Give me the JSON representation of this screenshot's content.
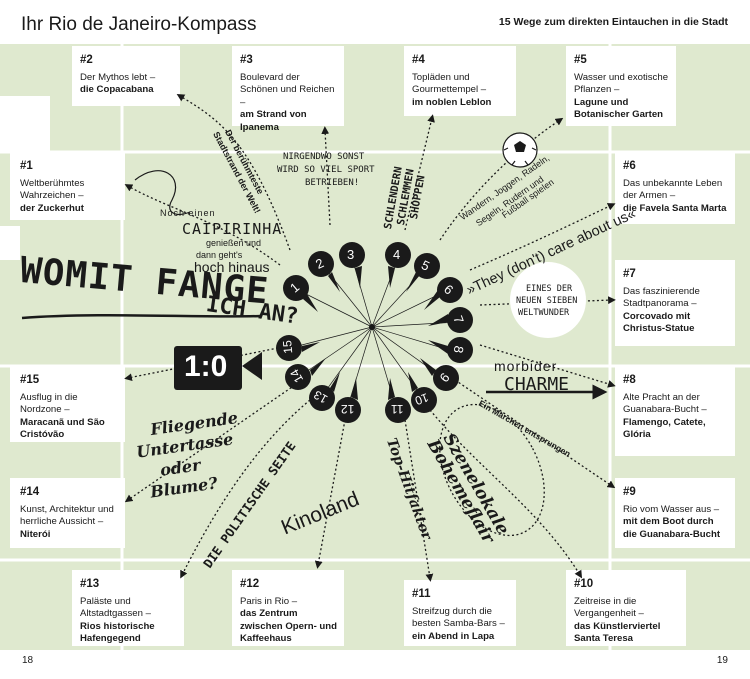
{
  "header": {
    "title": "Ihr Rio de Janeiro-Kompass",
    "subtitle": "15 Wege zum direkten Eintauchen in die Stadt"
  },
  "page_numbers": {
    "left": "18",
    "right": "19"
  },
  "cards": [
    {
      "num": "#1",
      "line1": "Weltberühmtes Wahrzeichen –",
      "line2": "der Zuckerhut"
    },
    {
      "num": "#2",
      "line1": "Der Mythos lebt –",
      "line2": "die Copacabana"
    },
    {
      "num": "#3",
      "line1": "Boulevard der Schönen und Reichen –",
      "line2": "am Strand von Ipanema"
    },
    {
      "num": "#4",
      "line1": "Topläden und Gourmettempel –",
      "line2": "im noblen Leblon"
    },
    {
      "num": "#5",
      "line1": "Wasser und exotische Pflanzen –",
      "line2": "Lagune und Botanischer Garten"
    },
    {
      "num": "#6",
      "line1": "Das unbekannte Leben der Armen –",
      "line2": "die Favela Santa Marta"
    },
    {
      "num": "#7",
      "line1": "Das faszinierende Stadtpanorama –",
      "line2": "Corcovado mit Christus-Statue"
    },
    {
      "num": "#8",
      "line1": "Alte Pracht an der Guanabara-Bucht –",
      "line2": "Flamengo, Catete, Glória"
    },
    {
      "num": "#9",
      "line1": "Rio vom Wasser aus –",
      "line2": "mit dem Boot durch die Guanabara-Bucht"
    },
    {
      "num": "#10",
      "line1": "Zeitreise in die Vergangenheit –",
      "line2": "das Künstlerviertel Santa Teresa"
    },
    {
      "num": "#11",
      "line1": "Streifzug durch die besten Samba-Bars –",
      "line2": "ein Abend in Lapa"
    },
    {
      "num": "#12",
      "line1": "Paris in Rio –",
      "line2": "das Zentrum zwischen Opern- und Kaffeehaus"
    },
    {
      "num": "#13",
      "line1": "Paläste und Altstadtgassen –",
      "line2": "Rios historische Hafengegend"
    },
    {
      "num": "#14",
      "line1": "Kunst, Architektur und herrliche Aussicht –",
      "line2": "Niterói"
    },
    {
      "num": "#15",
      "line1": "Ausflug in die Nordzone –",
      "line2": "Maracanã und São Cristóvão"
    }
  ],
  "pins": [
    "1",
    "2",
    "3",
    "4",
    "5",
    "6",
    "7",
    "8",
    "9",
    "10",
    "11",
    "12",
    "13",
    "14",
    "15"
  ],
  "labels": {
    "center_headline_1": "Womit fange",
    "center_headline_2": "ich an?",
    "score": "1:0",
    "caipi_1": "Noch einen",
    "caipi_2": "CAIPIRINHA",
    "caipi_3": "genießen und",
    "caipi_4": "dann geht's",
    "caipi_5": "hoch hinaus",
    "beach_1": "Der berühmteste",
    "beach_2": "Stadtstrand der Welt!",
    "sport_1": "NIRGENDWO SONST",
    "sport_2": "WIRD SO VIEL SPORT",
    "sport_3": "BETRIEBEN!",
    "shop_1": "SCHLENDERN",
    "shop_2": "SCHLEMMEN",
    "shop_3": "SHOPPEN",
    "active_1": "Wandern, Joggen, Radeln,",
    "active_2": "Segeln, Rudern und",
    "active_3": "Fußball spielen",
    "favela": "»They (don't) care about us«",
    "wonder_1": "EINES DER",
    "wonder_2": "NEUEN SIEBEN",
    "wonder_3": "WELTWUNDER",
    "charm_1": "morbider",
    "charm_2": "CHARME",
    "fairy": "Ein Märchen entsprungen",
    "bohem_1": "Szenelokale",
    "bohem_2": "Bohemeflair",
    "samba": "Top-Hitfaktor",
    "kino": "Kinoland",
    "politic": "DIE POLITISCHE SEITE",
    "ufo_1": "Fliegende",
    "ufo_2": "Untertasse",
    "ufo_3": "oder",
    "ufo_4": "Blume?"
  }
}
